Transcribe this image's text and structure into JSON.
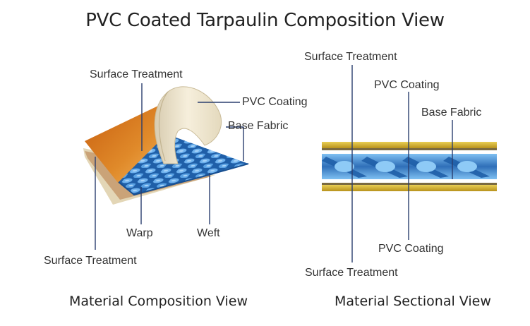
{
  "title": "PVC Coated Tarpaulin Composition View",
  "composition": {
    "caption": "Material Composition View",
    "labels": {
      "surface_top": "Surface Treatment",
      "pvc": "PVC Coating",
      "base": "Base Fabric",
      "warp": "Warp",
      "weft": "Weft",
      "surface_bottom": "Surface Treatment"
    }
  },
  "sectional": {
    "caption": "Material Sectional View",
    "labels": {
      "surface_top": "Surface Treatment",
      "pvc_top": "PVC Coating",
      "base": "Base Fabric",
      "pvc_bottom": "PVC Coating",
      "surface_bottom": "Surface Treatment"
    }
  },
  "colors": {
    "orange": "#d9761a",
    "cream": "#efe6cf",
    "fabric_blue": "#3a86d0",
    "gold": "#d8b52a",
    "leader": "#2a3e6e"
  }
}
